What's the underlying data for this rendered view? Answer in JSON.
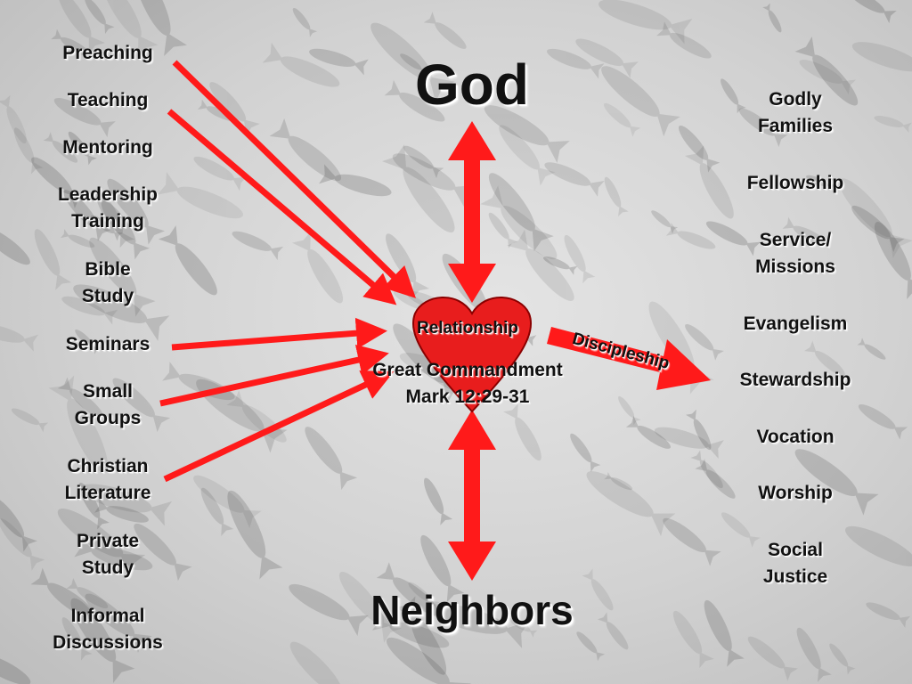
{
  "title_top": "God",
  "title_bottom": "Neighbors",
  "heart_label": "Relationship",
  "center_text": {
    "line1": "Great Commandment",
    "line2": "Mark 12:29-31"
  },
  "arrow_label": "Discipleship",
  "left_items": [
    "Preaching",
    "Teaching",
    "Mentoring",
    "Leadership\nTraining",
    "Bible\nStudy",
    "Seminars",
    "Small\nGroups",
    "Christian\nLiterature",
    "Private\nStudy",
    "Informal\nDiscussions"
  ],
  "right_items": [
    "Godly\nFamilies",
    "Fellowship",
    "Service/\nMissions",
    "Evangelism",
    "Stewardship",
    "Vocation",
    "Worship",
    "Social\nJustice"
  ],
  "colors": {
    "arrow_red": "#ff1a1a",
    "heart_red": "#e81d1d",
    "heart_outline": "#8a0000"
  }
}
